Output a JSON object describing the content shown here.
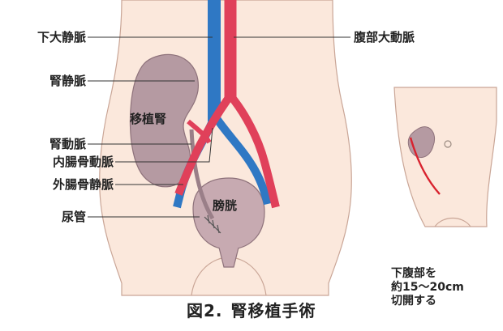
{
  "labels": {
    "ivc": "下大静脈",
    "aorta": "腹部大動脈",
    "renal_vein": "腎静脈",
    "graft": "移植腎",
    "renal_artery": "腎動脈",
    "internal_iliac_artery": "内腸骨動脈",
    "external_iliac_vein": "外腸骨静脈",
    "ureter": "尿管",
    "bladder": "膀胱"
  },
  "caption": {
    "figure_no": "図2.",
    "title": "腎移植手術"
  },
  "incision_note": {
    "line1": "下腹部を",
    "line2": "約15～20cm",
    "line3": "切開する"
  },
  "colors": {
    "skin": "#fbe8dc",
    "skin_outline": "#c9a596",
    "artery": "#e0405a",
    "vein": "#2f78c4",
    "kidney": "#b59aa2",
    "bladder": "#c7aab1",
    "incision": "#d8222e"
  }
}
